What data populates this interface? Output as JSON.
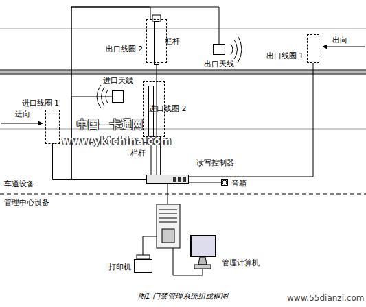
{
  "diagram": {
    "caption": "图1 门禁管理系统组成框图",
    "nodes": [
      {
        "text": [
          "出口线圈 2"
        ]
      },
      {
        "text": [
          "栏杆"
        ]
      },
      {
        "text": [
          "出口天线"
        ]
      },
      {
        "text": [
          "出口线圈 1"
        ]
      },
      {
        "text": [
          "进口天线"
        ]
      },
      {
        "text": [
          "进口线圈 1"
        ]
      },
      {
        "text": [
          "进口线圈 2"
        ]
      },
      {
        "text": [
          "栏杆"
        ]
      },
      {
        "text": [
          "读写控制器"
        ]
      },
      {
        "text": [
          "音箱"
        ]
      },
      {
        "text": [
          "打印机"
        ]
      },
      {
        "text": [
          "管理计算机"
        ]
      }
    ],
    "edges": [
      {
        "from": 0,
        "to": 8,
        "arrow": "none"
      },
      {
        "from": 1,
        "to": 8,
        "arrow": "none"
      },
      {
        "from": 2,
        "to": 8,
        "arrow": "none"
      },
      {
        "from": 3,
        "to": 8,
        "arrow": "none"
      },
      {
        "from": 4,
        "to": 8,
        "arrow": "none"
      },
      {
        "from": 5,
        "to": 8,
        "arrow": "none"
      },
      {
        "from": 6,
        "to": 8,
        "arrow": "none"
      },
      {
        "from": 7,
        "to": 8,
        "arrow": "none"
      },
      {
        "from": 9,
        "to": 8,
        "arrow": "none"
      }
    ],
    "labels": [
      "出向",
      "进向",
      "车道设备",
      "管理中心设备",
      "中国一卡通网",
      "www.yktchina.com",
      "www.55dianzi.com"
    ]
  }
}
